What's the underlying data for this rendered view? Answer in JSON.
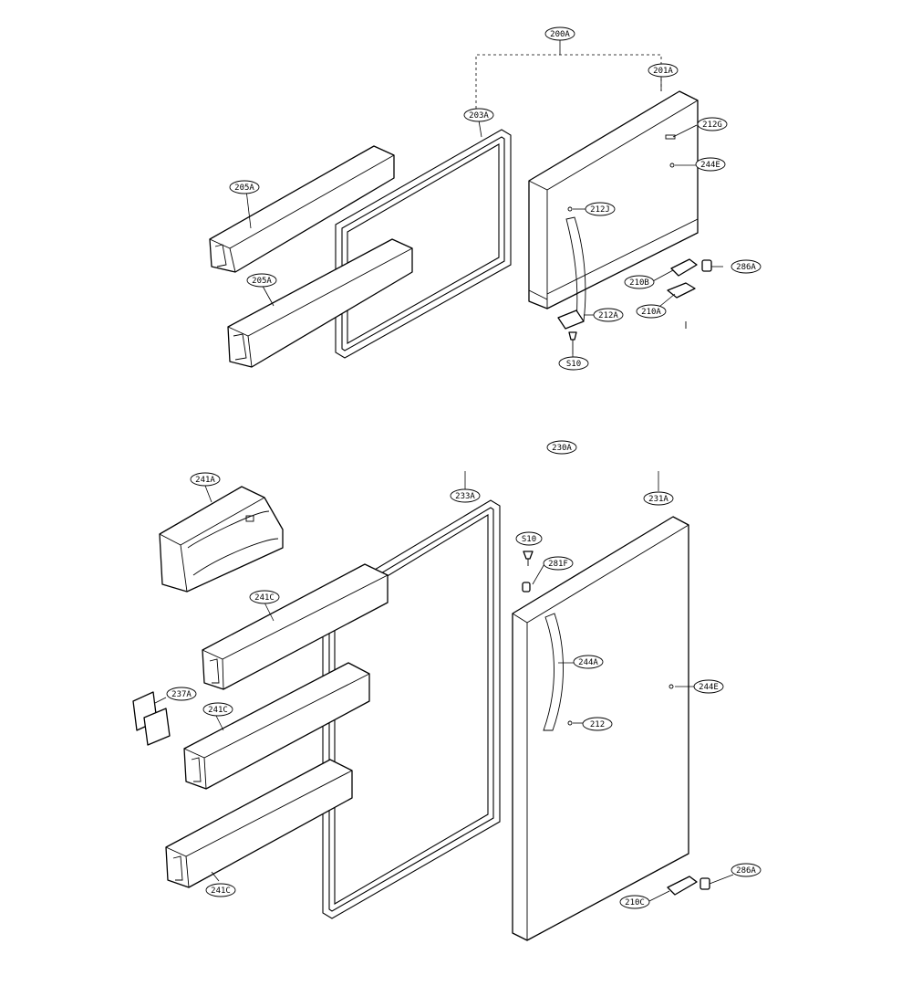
{
  "labels": {
    "assembly_upper": "200A",
    "door_upper": "201A",
    "gasket_upper": "203A",
    "basket_upper_1": "205A",
    "basket_upper_2": "205A",
    "part_212G": "212G",
    "part_244E_upper": "244E",
    "part_212J": "212J",
    "part_212A": "212A",
    "part_210B": "210B",
    "part_210A": "210A",
    "part_286A_upper": "286A",
    "screw_upper": "S10",
    "assembly_lower": "230A",
    "door_lower": "231A",
    "gasket_lower": "233A",
    "basket_241A": "241A",
    "basket_241C_1": "241C",
    "basket_241C_2": "241C",
    "basket_241C_3": "241C",
    "part_237A": "237A",
    "screw_lower": "S10",
    "part_281F": "281F",
    "part_244A": "244A",
    "part_244E_lower": "244E",
    "part_212_lower": "212",
    "part_286A_lower": "286A",
    "part_210C": "210C"
  }
}
